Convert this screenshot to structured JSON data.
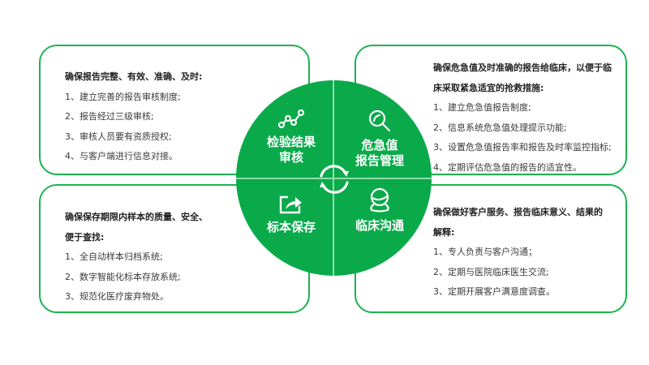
{
  "colors": {
    "accent_green": "#0aaa4b",
    "border_green": "#1db34f",
    "divider_light": "#8fdcab",
    "text_dark": "#222222",
    "text_body": "#3a3a3a"
  },
  "hub": {
    "center_icon": "cycle-arrows-icon",
    "quadrants": [
      {
        "label_line1": "检验结果",
        "label_line2": "审核",
        "icon": "line-chart-nodes-icon"
      },
      {
        "label_line1": "危急值",
        "label_line2": "报告管理",
        "icon": "magnifier-icon"
      },
      {
        "label_line1": "标本保存",
        "label_line2": "",
        "icon": "share-export-icon"
      },
      {
        "label_line1": "临床沟通",
        "label_line2": "",
        "icon": "person-bust-icon"
      }
    ]
  },
  "cards": {
    "top_left": {
      "title_lines": [
        "确保报告完整、有效、准确、及时:"
      ],
      "items": [
        "1、建立完善的报告审核制度;",
        "2、报告经过三级审核;",
        "3、审核人员要有资质授权;",
        "4、与客户端进行信息对接。"
      ]
    },
    "top_right": {
      "title_lines": [
        "确保危急值及时准确的报告给临床，以便于临",
        "床采取紧急适宜的抢救措施:"
      ],
      "items": [
        "1、建立危急值报告制度;",
        "2、信息系统危急值处理提示功能;",
        "3、设置危急值报告率和报告及时率监控指标;",
        "4、定期评估危急值的报告的适宜性。"
      ]
    },
    "bottom_left": {
      "title_lines": [
        "确保保存期限内样本的质量、安全、",
        "便于查找:"
      ],
      "items": [
        "1、全自动样本归档系统;",
        "2、数字智能化标本存放系统;",
        "3、规范化医疗废弃物处。"
      ]
    },
    "bottom_right": {
      "title_lines": [
        "确保做好客户服务、报告临床意义、结果的",
        "解释:"
      ],
      "items": [
        "1、专人负责与客户沟通；",
        "2、定期与医院临床医生交流;",
        "3、定期开展客户满意度调查。"
      ]
    }
  }
}
